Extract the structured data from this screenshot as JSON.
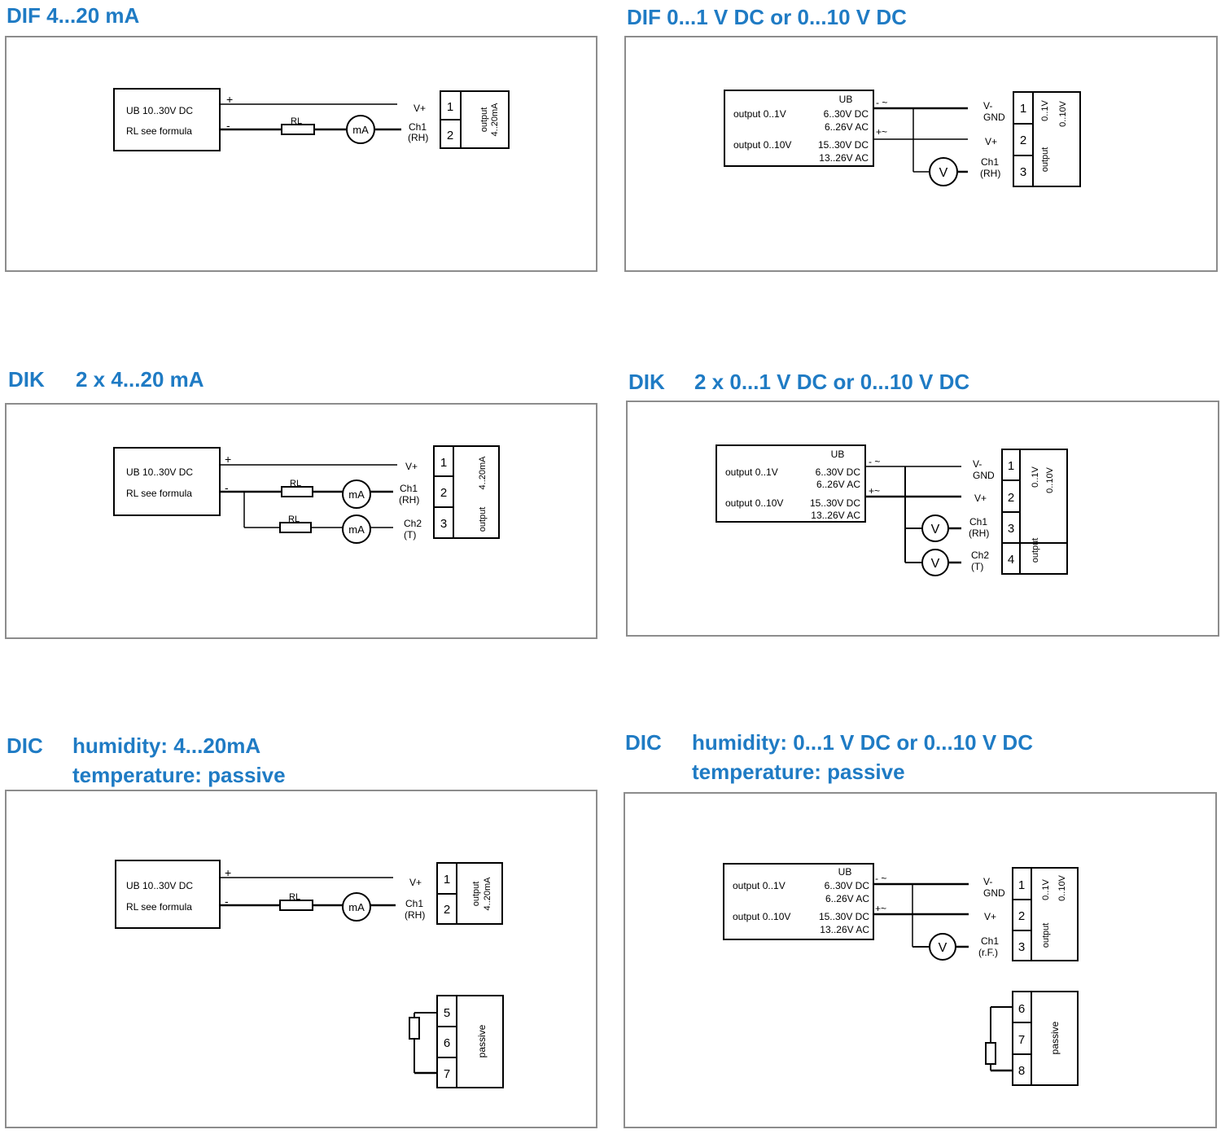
{
  "titles": {
    "p1": "DIF 4...20 mA",
    "p2": "DIF 0...1 V DC or 0...10 V DC",
    "p3_prefix": "DIK",
    "p3_rest": "2 x 4...20 mA",
    "p4_prefix": "DIK",
    "p4_rest": "2 x 0...1 V DC or 0...10 V DC",
    "p5_prefix": "DIC",
    "p5_line1": "humidity: 4...20mA",
    "p5_line2": "temperature: passive",
    "p6_prefix": "DIC",
    "p6_line1": "humidity: 0...1 V DC or 0...10 V DC",
    "p6_line2": "temperature: passive"
  },
  "labels": {
    "ub_range": "UB 10..30V DC",
    "rl_formula": "RL see formula",
    "rl": "RL",
    "ma": "mA",
    "v": "V",
    "plus": "+",
    "minus": "-",
    "vplus": "V+",
    "vminus": "V-",
    "gnd": "GND",
    "ch1": "Ch1",
    "ch2": "Ch2",
    "rh": "(RH)",
    "t": "(T)",
    "rf": "(r.F.)",
    "ub": "UB",
    "out_01": "output 0..1V",
    "out_010": "output 0..10V",
    "dc_6_30": "6..30V DC",
    "ac_6_26": "6..26V AC",
    "dc_15_30": "15..30V DC",
    "ac_13_26": "13..26V AC",
    "minus_tilde": "- ~",
    "plus_tilde": "+~",
    "output": "output",
    "range_420": "4..20mA",
    "range_01": "0..1V",
    "range_010": "0..10V",
    "passive": "passive",
    "n1": "1",
    "n2": "2",
    "n3": "3",
    "n4": "4",
    "n5": "5",
    "n6": "6",
    "n7": "7",
    "n8": "8"
  }
}
